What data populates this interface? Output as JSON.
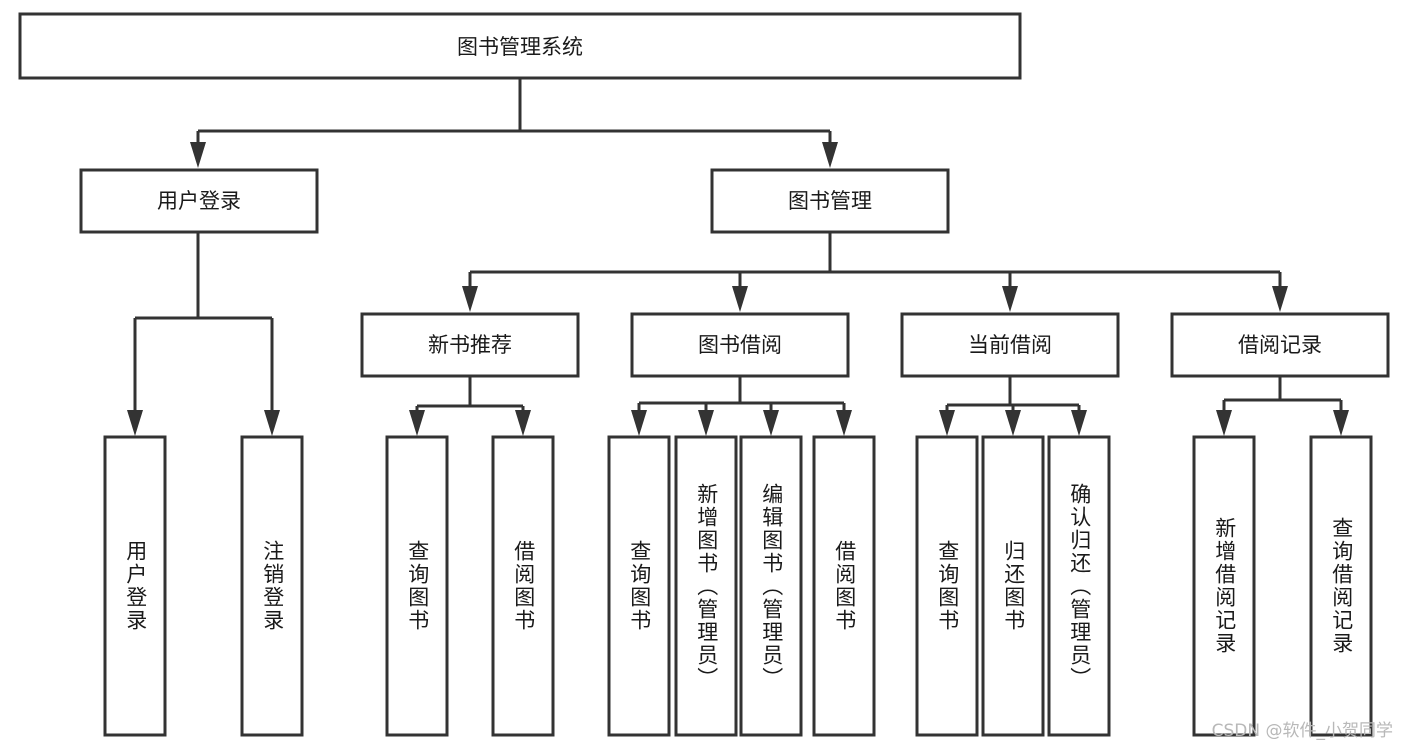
{
  "diagram": {
    "type": "tree-hierarchy",
    "title": "图书管理系统",
    "root": {
      "label": "图书管理系统",
      "level": 0
    },
    "level2": [
      {
        "label": "用户登录"
      },
      {
        "label": "图书管理"
      }
    ],
    "level3": [
      {
        "label": "新书推荐"
      },
      {
        "label": "图书借阅"
      },
      {
        "label": "当前借阅"
      },
      {
        "label": "借阅记录"
      }
    ],
    "leaves": {
      "user_login": [
        {
          "label": "用户登录"
        },
        {
          "label": "注销登录"
        }
      ],
      "new_book_recommend": [
        {
          "label": "查询图书"
        },
        {
          "label": "借阅图书"
        }
      ],
      "book_borrow": [
        {
          "label": "查询图书"
        },
        {
          "label": "新增图书（管理员）"
        },
        {
          "label": "编辑图书（管理员）"
        },
        {
          "label": "借阅图书"
        }
      ],
      "current_borrow": [
        {
          "label": "查询图书"
        },
        {
          "label": "归还图书"
        },
        {
          "label": "确认归还（管理员）"
        }
      ],
      "borrow_record": [
        {
          "label": "新增借阅记录"
        },
        {
          "label": "查询借阅记录"
        }
      ]
    },
    "watermark": "CSDN @软件_小贺同学",
    "colors": {
      "stroke": "#333333",
      "fill": "#ffffff",
      "text": "#1a1a1a",
      "watermark": "#b8b8b8",
      "background": "#ffffff"
    }
  }
}
